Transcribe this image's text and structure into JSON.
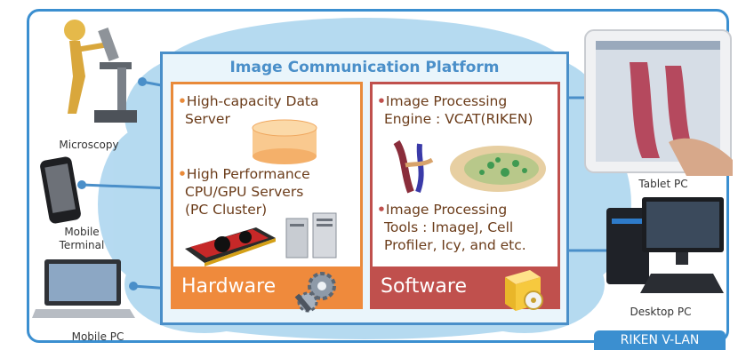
{
  "platform": {
    "title": "Image Communication Platform"
  },
  "hardware": {
    "bullet1_line1": "High-capacity Data",
    "bullet1_line2": "Server",
    "bullet2_line1": "High Performance",
    "bullet2_line2": "CPU/GPU Servers",
    "bullet2_line3": "(PC Cluster)",
    "footer_label": "Hardware"
  },
  "software": {
    "bullet1_line1": "Image Processing",
    "bullet1_line2": "Engine : VCAT(RIKEN)",
    "bullet2_line1": "Image Processing",
    "bullet2_line2": "Tools : ImageJ, Cell",
    "bullet2_line3": "Profiler, Icy, and etc.",
    "footer_label": "Software"
  },
  "devices": {
    "microscopy": "Microscopy",
    "mobile_terminal_line1": "Mobile",
    "mobile_terminal_line2": "Terminal",
    "mobile_pc": "Mobile PC",
    "tablet_pc": "Tablet PC",
    "desktop_pc": "Desktop PC"
  },
  "network": {
    "vlan_label": "RIKEN V-LAN"
  },
  "colors": {
    "frame_blue": "#3b8fd0",
    "platform_blue": "#4a8fc9",
    "cloud_blue": "#a9d4ee",
    "hardware_orange": "#ef8a3c",
    "software_red": "#c0504d"
  },
  "icons": [
    "microscope-icon",
    "smartphone-icon",
    "laptop-icon",
    "tablet-icon",
    "desktop-pc-icon",
    "database-icon",
    "graphics-card-icon",
    "server-tower-icon",
    "gears-icon",
    "software-box-icon",
    "vascular-model-image",
    "tissue-3d-image"
  ]
}
